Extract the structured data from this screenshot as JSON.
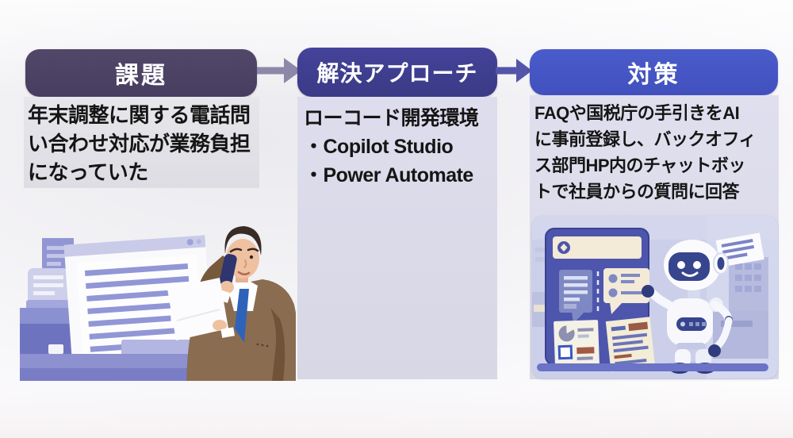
{
  "slide": {
    "columns": [
      {
        "key": "issue",
        "header": "課題",
        "lines": [
          "年末調整に関する電話問",
          "い合わせ対応が業務負担",
          "になっていた"
        ],
        "illustration": "businessman-on-phone-with-documents"
      },
      {
        "key": "approach",
        "header": "解決アプローチ",
        "lines": [
          "ローコード開発環境",
          "・Copilot Studio",
          "・Power Automate"
        ]
      },
      {
        "key": "measures",
        "header": "対策",
        "lines": [
          "FAQや国税庁の手引きをAI",
          "に事前登録し、バックオフィ",
          "ス部門HP内のチャットボッ",
          "トで社員からの質問に回答"
        ],
        "illustration": "ai-chatbot-robot-with-dashboard"
      }
    ],
    "arrows": [
      {
        "name": "arrow-issue-to-approach",
        "direction": "right",
        "color": "#8E88A8"
      },
      {
        "name": "arrow-approach-to-measures",
        "direction": "right",
        "color": "#5355A9"
      }
    ],
    "colors": {
      "issue_header_bg": "#4A4264",
      "approach_header_bg": "#3E3E8C",
      "measures_header_bg": "#4554C3",
      "issue_panel_bg": "#E4E3E8",
      "approach_panel_bg": "#DBDBE9",
      "measures_panel_bg": "#DCDCEA",
      "header_text": "#FFFFFF",
      "body_text": "#151515"
    }
  }
}
